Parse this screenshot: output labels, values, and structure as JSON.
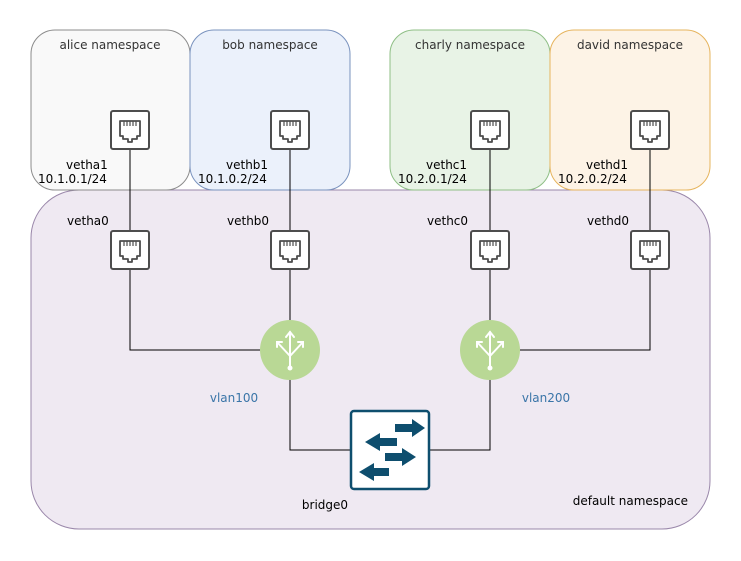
{
  "namespaces": {
    "alice": "alice namespace",
    "bob": "bob namespace",
    "charly": "charly namespace",
    "david": "david namespace",
    "default": "default namespace"
  },
  "interfaces": {
    "vetha1": "vetha1",
    "vethb1": "vethb1",
    "vethc1": "vethc1",
    "vethd1": "vethd1",
    "vetha0": "vetha0",
    "vethb0": "vethb0",
    "vethc0": "vethc0",
    "vethd0": "vethd0"
  },
  "addresses": {
    "vetha1": "10.1.0.1/24",
    "vethb1": "10.1.0.2/24",
    "vethc1": "10.2.0.1/24",
    "vethd1": "10.2.0.2/24"
  },
  "vlans": {
    "vlan100": "vlan100",
    "vlan200": "vlan200"
  },
  "bridge": {
    "label": "bridge0"
  },
  "colors": {
    "alice_fill": "#f9f9f9",
    "bob_fill": "#ebf1fb",
    "charly_fill": "#e8f3e6",
    "david_fill": "#fdf3e6",
    "default_fill": "#efe9f2",
    "vlan_fill": "#b9d895",
    "bridge_color": "#0e4e6e",
    "vlan_text": "#3a75a8"
  },
  "icons": {
    "port": "ethernet-port-icon",
    "vlan": "router-icon",
    "bridge": "switch-icon"
  }
}
